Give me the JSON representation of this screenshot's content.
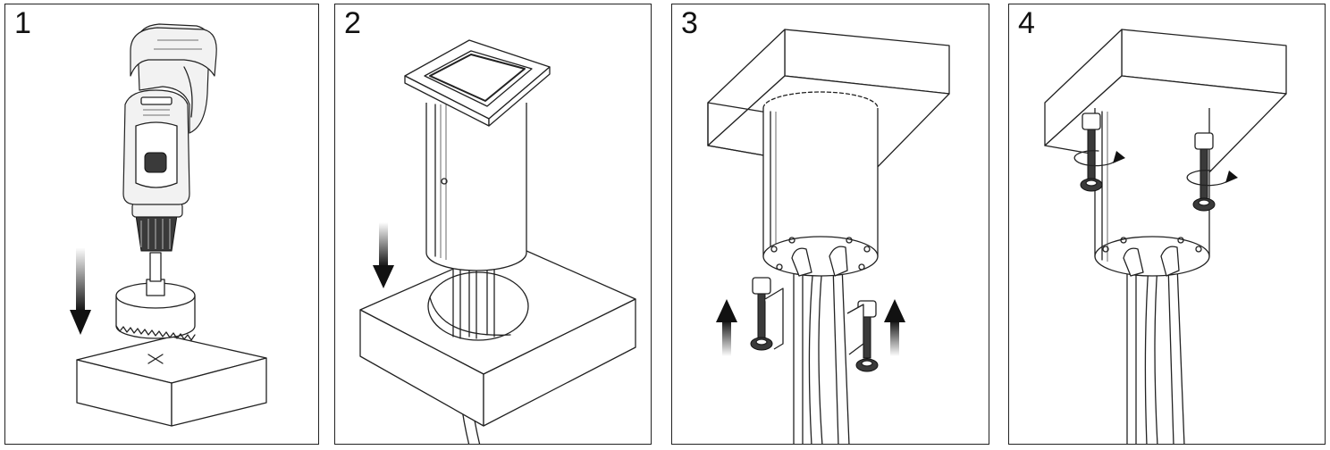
{
  "steps": [
    {
      "number": "1",
      "action": "drill-hole"
    },
    {
      "number": "2",
      "action": "insert-socket"
    },
    {
      "number": "3",
      "action": "attach-clamps"
    },
    {
      "number": "4",
      "action": "tighten-screws"
    }
  ],
  "colors": {
    "line": "#222222",
    "arrow": "#111111",
    "background": "#ffffff"
  }
}
